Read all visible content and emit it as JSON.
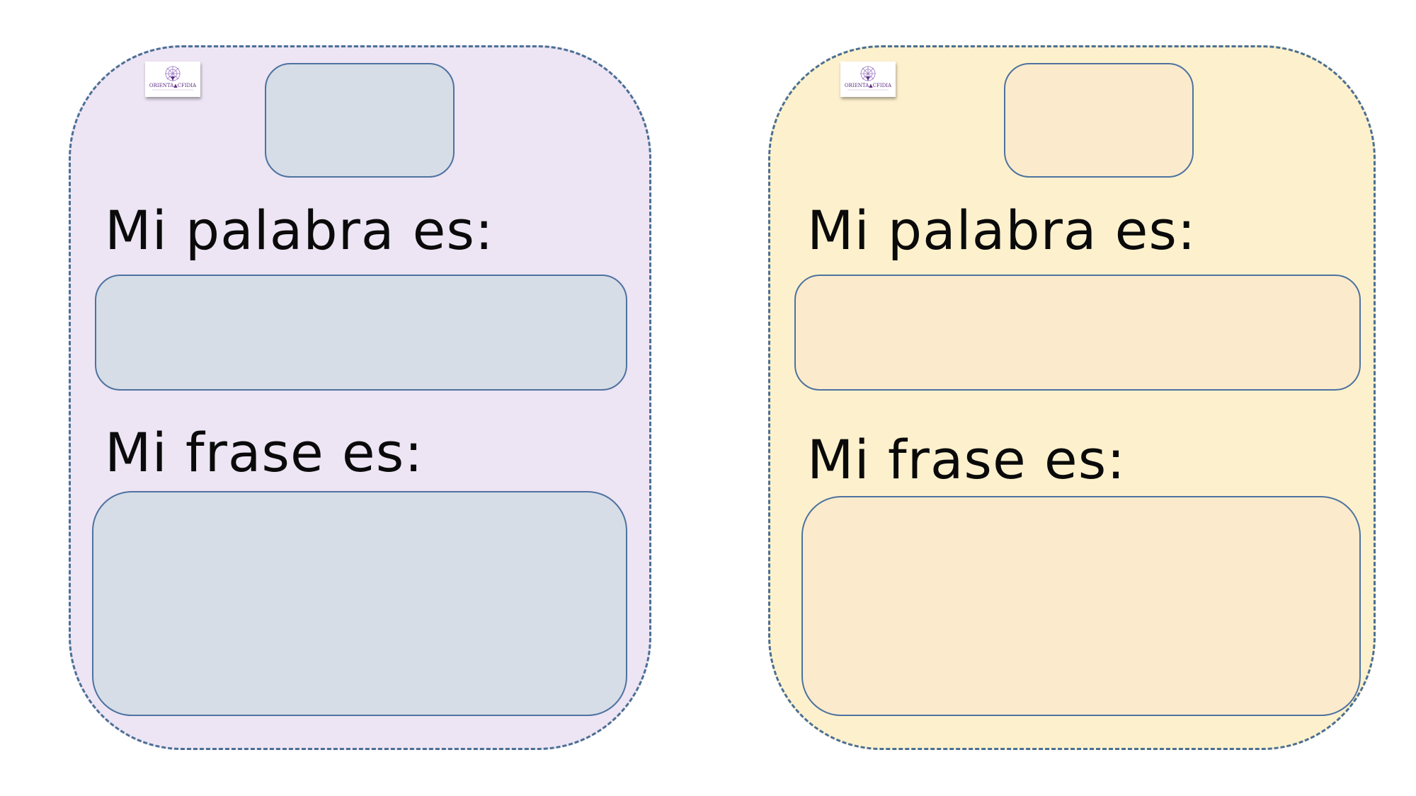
{
  "colors": {
    "left_card_bg": "#ede4f4",
    "left_box_fill": "#d6dde6",
    "right_card_bg": "#fdf1cd",
    "right_box_fill": "#fbebcc",
    "dashed_border": "#4a6f94",
    "box_border": "#4e72a0",
    "logo_purple": "#5a2a82"
  },
  "logo": {
    "text": "ORIENTA▲CFIDIA"
  },
  "cards": [
    {
      "word_label": "Mi palabra es:",
      "sentence_label": "Mi frase es:"
    },
    {
      "word_label": "Mi palabra es:",
      "sentence_label": "Mi frase es:"
    }
  ]
}
